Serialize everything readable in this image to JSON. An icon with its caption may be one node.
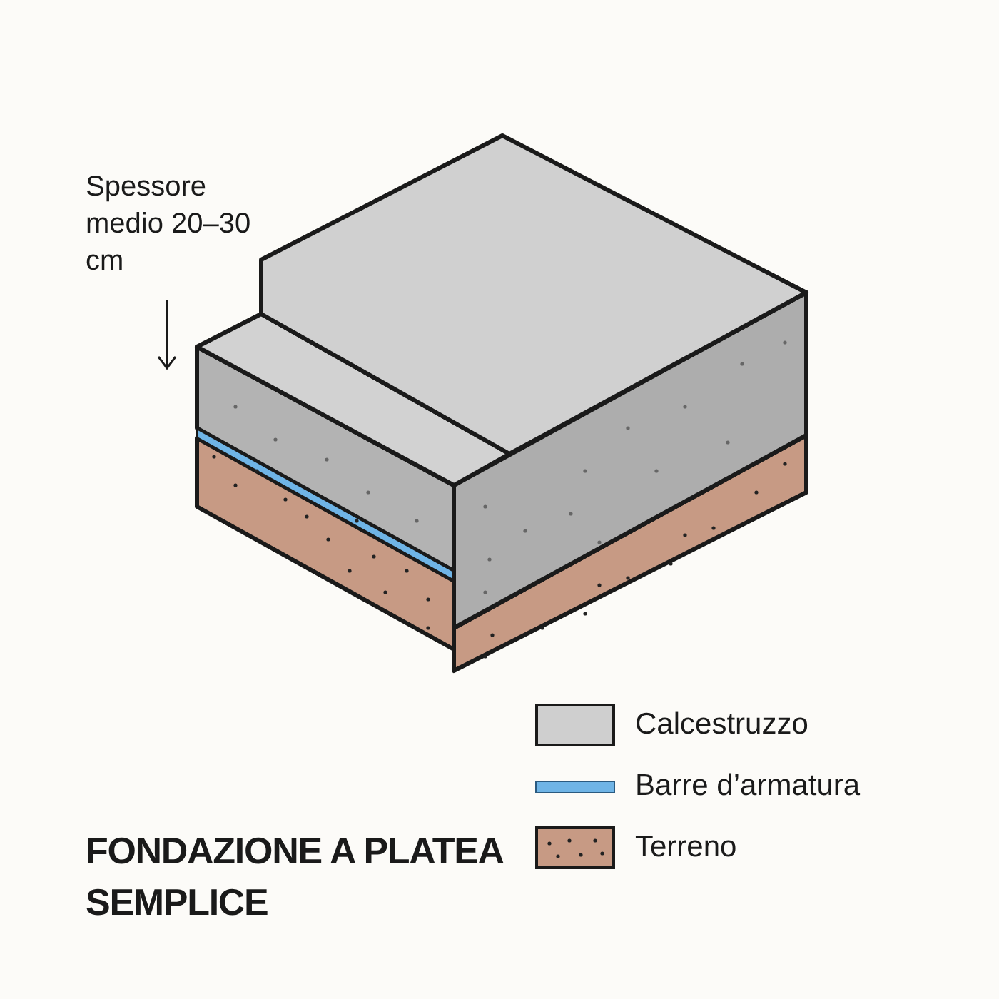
{
  "diagram": {
    "title": "FONDAZIONE A PLATEA SEMPLICE",
    "labels": [
      "Spessore medio 20–30 cm"
    ],
    "legend": [
      {
        "text": "Calcestruzzo",
        "color": "#cfcfcf"
      },
      {
        "text": "Barre d’armatura",
        "color": "#6fb4e6"
      },
      {
        "text": "Terreno",
        "color": "#c79a84"
      }
    ]
  }
}
